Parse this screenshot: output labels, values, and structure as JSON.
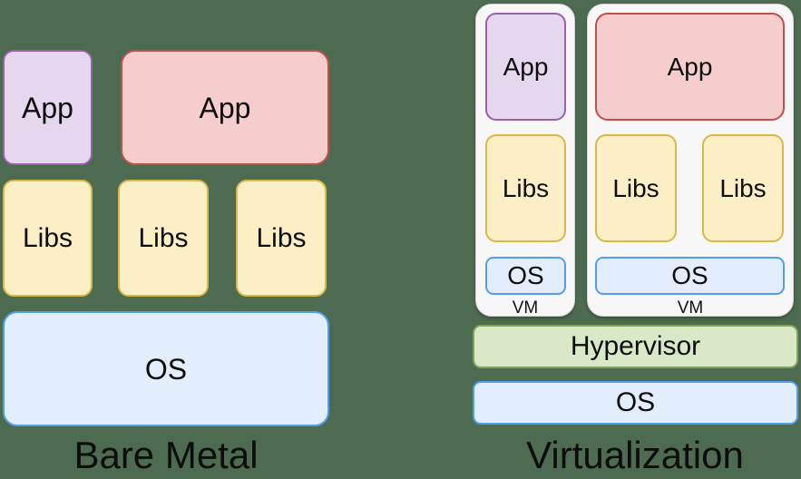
{
  "diagram": {
    "background_color": "#4c6b50",
    "panels": [
      {
        "id": "bare-metal",
        "caption": "Bare Metal",
        "layers": [
          {
            "role": "application-layer",
            "boxes": [
              {
                "label": "App",
                "color": "#e5d8ee",
                "border": "#9a5fae"
              },
              {
                "label": "App",
                "color": "#f6cdcd",
                "border": "#c0504d"
              }
            ]
          },
          {
            "role": "library-layer",
            "boxes": [
              {
                "label": "Libs",
                "color": "#fceec5",
                "border": "#d9b847"
              },
              {
                "label": "Libs",
                "color": "#fceec5",
                "border": "#d9b847"
              },
              {
                "label": "Libs",
                "color": "#fceec5",
                "border": "#d9b847"
              }
            ]
          },
          {
            "role": "os-layer",
            "boxes": [
              {
                "label": "OS",
                "color": "#e3eefc",
                "border": "#539cf0"
              }
            ]
          }
        ]
      },
      {
        "id": "virtualization",
        "caption": "Virtualization",
        "vms": [
          {
            "label": "VM",
            "app": {
              "label": "App",
              "color": "#e5d8ee",
              "border": "#9a5fae"
            },
            "libs": [
              {
                "label": "Libs"
              }
            ],
            "os": {
              "label": "OS"
            }
          },
          {
            "label": "VM",
            "app": {
              "label": "App",
              "color": "#f6cdcd",
              "border": "#c0504d"
            },
            "libs": [
              {
                "label": "Libs"
              },
              {
                "label": "Libs"
              }
            ],
            "os": {
              "label": "OS"
            }
          }
        ],
        "hypervisor": {
          "label": "Hypervisor",
          "color": "#d9e9c8",
          "border": "#7da651"
        },
        "host_os": {
          "label": "OS",
          "color": "#e3eefc",
          "border": "#539cf0"
        }
      }
    ]
  }
}
